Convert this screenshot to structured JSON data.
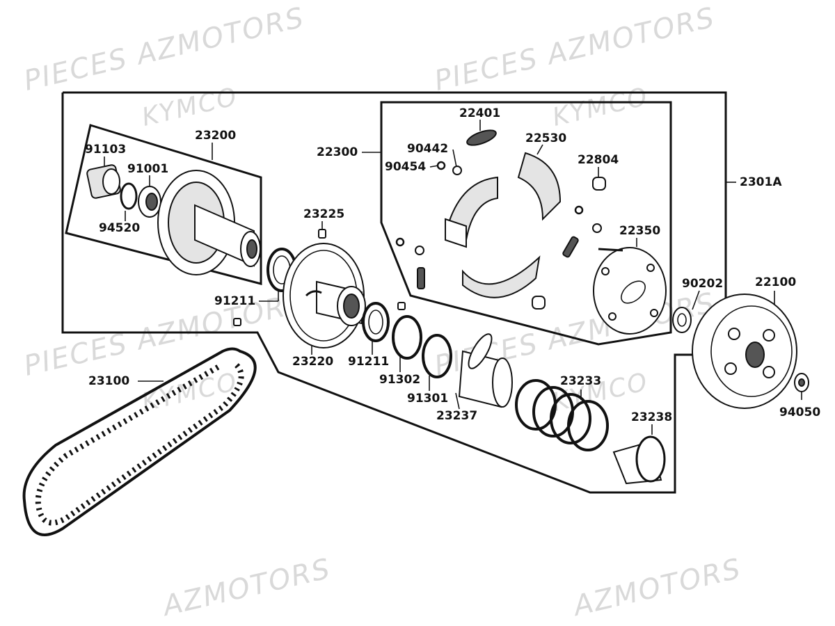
{
  "watermarks": [
    "PIECES AZMOTORS",
    "KYMCO",
    "PIECES AZMOTORS",
    "KYMCO",
    "PIECES AZMOTORS",
    "KYMCO",
    "PIECES AZMOTORS",
    "KYMCO",
    "AZMOTORS",
    "AZMOTORS"
  ],
  "labels": {
    "p23200": "23200",
    "p91103": "91103",
    "p91001": "91001",
    "p94520": "94520",
    "p23225": "23225",
    "p22300": "22300",
    "p22401": "22401",
    "p90442": "90442",
    "p90454": "90454",
    "p22530": "22530",
    "p22804": "22804",
    "p2301A": "2301A",
    "p22350": "22350",
    "p91211a": "91211",
    "p90202": "90202",
    "p22100": "22100",
    "p23220": "23220",
    "p91211b": "91211",
    "p91302": "91302",
    "p91301": "91301",
    "p23237": "23237",
    "p23233": "23233",
    "p23238": "23238",
    "p23100": "23100",
    "p94050": "94050"
  }
}
